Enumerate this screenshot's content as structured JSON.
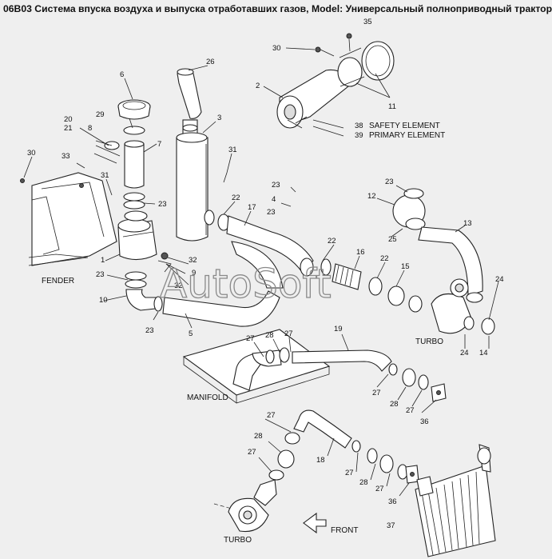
{
  "title": "06B03 Система впуска воздуха и выпуска отработавших газов, Model: Универсальный полноприводный трактор",
  "watermark": "AutoSoft",
  "labels": {
    "fender": "FENDER",
    "manifold": "MANIFOLD",
    "turbo_right": "TURBO",
    "turbo_bottom": "TURBO",
    "front": "FRONT",
    "safety": "SAFETY ELEMENT",
    "primary": "PRIMARY ELEMENT"
  },
  "callouts": {
    "c35": "35",
    "c30a": "30",
    "c11": "11",
    "c2": "2",
    "c38": "38",
    "c39": "39",
    "c26": "26",
    "c6": "6",
    "c3": "3",
    "c29": "29",
    "c20": "20",
    "c21": "21",
    "c8": "8",
    "c7": "7",
    "c30b": "30",
    "c33": "33",
    "c31a": "31",
    "c31b": "31",
    "c23a": "23",
    "c23b": "23",
    "c23c": "23",
    "c23d": "23",
    "c23e": "23",
    "c23f": "23",
    "c4": "4",
    "c22a": "22",
    "c17": "17",
    "c12": "12",
    "c13": "13",
    "c25": "25",
    "c22b": "22",
    "c16": "16",
    "c22c": "22",
    "c15": "15",
    "c24a": "24",
    "c24b": "24",
    "c14": "14",
    "c1": "1",
    "c32a": "32",
    "c9": "9",
    "c32b": "32",
    "c10": "10",
    "c5": "5",
    "c27a": "27",
    "c28a": "28",
    "c27b": "27",
    "c19": "19",
    "c27c": "27",
    "c28b": "28",
    "c27d": "27",
    "c36a": "36",
    "c27e": "27",
    "c28c": "28",
    "c27f": "27",
    "c18": "18",
    "c27g": "27",
    "c28d": "28",
    "c27h": "27",
    "c36b": "36",
    "c37": "37"
  }
}
